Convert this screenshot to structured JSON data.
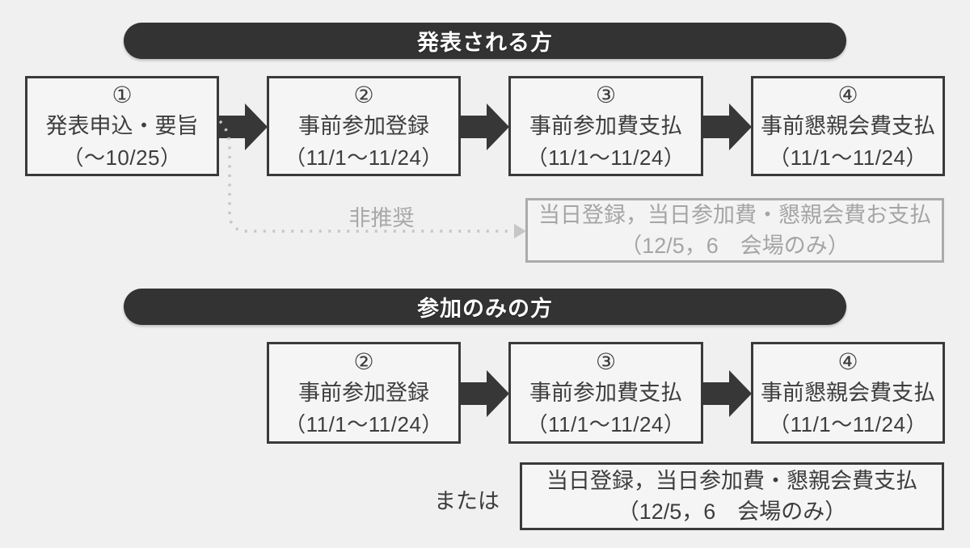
{
  "diagram": {
    "background": "#f0f0f0",
    "colors": {
      "header_fill": "#333333",
      "header_text": "#ffffff",
      "box_border": "#3a3a3a",
      "box_text": "#3d3d3d",
      "arrow_fill": "#373737",
      "muted_border": "#ababab",
      "muted_text": "#a5a5a5",
      "dotted_line": "#c6c6c6"
    },
    "sections": [
      {
        "header": "発表される方",
        "boxes": [
          {
            "num": "①",
            "title": "発表申込・要旨",
            "period": "（〜10/25）"
          },
          {
            "num": "②",
            "title": "事前参加登録",
            "period": "（11/1〜11/24）"
          },
          {
            "num": "③",
            "title": "事前参加費支払",
            "period": "（11/1〜11/24）"
          },
          {
            "num": "④",
            "title": "事前懇親会費支払",
            "period": "（11/1〜11/24）"
          }
        ],
        "alt_label": "非推奨",
        "onsite_box": {
          "line1": "当日登録，当日参加費・懇親会費お支払",
          "line2": "（12/5，6　会場のみ）"
        }
      },
      {
        "header": "参加のみの方",
        "boxes": [
          {
            "num": "②",
            "title": "事前参加登録",
            "period": "（11/1〜11/24）"
          },
          {
            "num": "③",
            "title": "事前参加費支払",
            "period": "（11/1〜11/24）"
          },
          {
            "num": "④",
            "title": "事前懇親会費支払",
            "period": "（11/1〜11/24）"
          }
        ],
        "alt_label": "または",
        "onsite_box": {
          "line1": "当日登録，当日参加費・懇親会費支払",
          "line2": "（12/5，6　会場のみ）"
        }
      }
    ]
  }
}
